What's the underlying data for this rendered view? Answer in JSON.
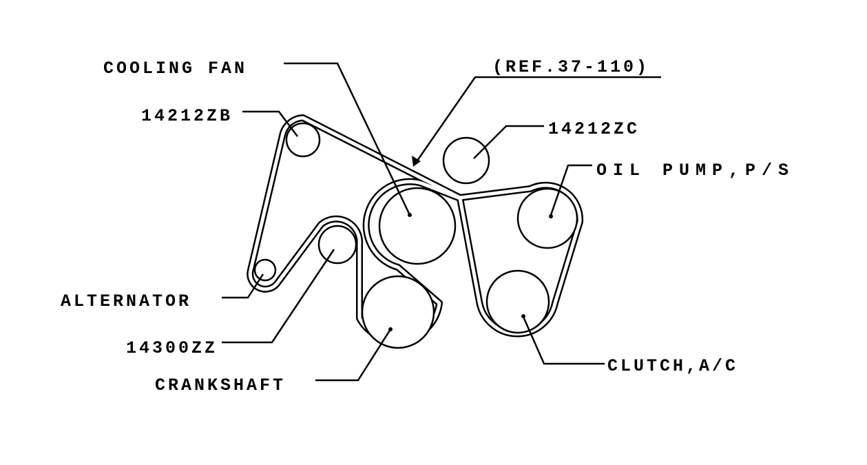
{
  "diagram": {
    "labels": {
      "cooling_fan": "COOLING FAN",
      "ref": "(REF.37-110)",
      "idler_zb": "14212ZB",
      "idler_zc": "14212ZC",
      "oil_pump": "OIL PUMP,P/S",
      "alternator": "ALTERNATOR",
      "tensioner": "14300ZZ",
      "crankshaft": "CRANKSHAFT",
      "clutch": "CLUTCH,A/C"
    },
    "colors": {
      "line": "#000000",
      "background": "#ffffff"
    }
  }
}
